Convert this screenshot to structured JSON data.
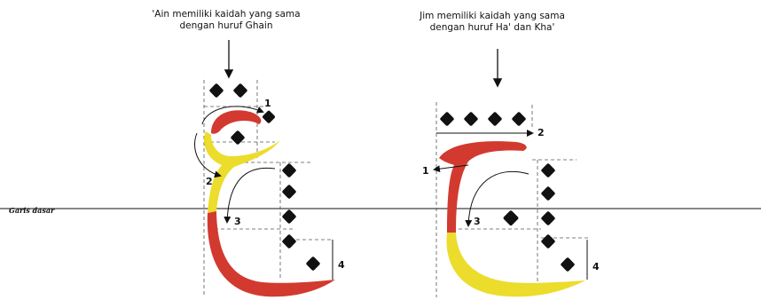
{
  "captions": {
    "ain": [
      "'Ain memiliki kaidah yang sama",
      "dengan huruf Ghain"
    ],
    "jim": [
      "Jim memiliki kaidah yang sama",
      "dengan huruf Ha' dan Kha'"
    ]
  },
  "baseline_label": "Garis dasar",
  "ain_steps": [
    "1",
    "2",
    "3",
    "4"
  ],
  "jim_steps": [
    "1",
    "2",
    "3",
    "4"
  ],
  "colors": {
    "red": "#d23a2f",
    "yellow": "#ecdc2c",
    "ink": "#111111",
    "guide": "#555555"
  }
}
